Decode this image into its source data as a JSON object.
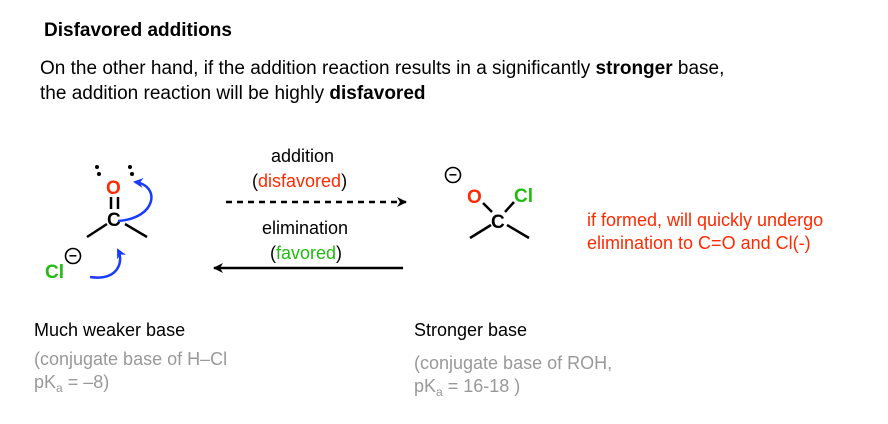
{
  "title": "Disfavored additions",
  "intro": {
    "line1_pre": "On the other hand, if the addition reaction results in a significantly ",
    "line1_bold": "stronger",
    "line1_post": " base,",
    "line2_pre": "the addition reaction will be highly ",
    "line2_bold": "disfavored"
  },
  "forward": {
    "label": "addition",
    "paren_open": "(",
    "qualifier": "disfavored",
    "paren_close": ")"
  },
  "reverse": {
    "label": "elimination",
    "paren_open": "(",
    "qualifier": "favored",
    "paren_close": ")"
  },
  "left_molecule": {
    "oxygen": "O",
    "carbon": "C",
    "chloride": "Cl",
    "charge": "−",
    "caption": "Much weaker base",
    "note_line1": "(conjugate base of H–Cl",
    "note_pka_pre": "pK",
    "note_pka_sub": "a",
    "note_pka_post": " = –8)"
  },
  "right_molecule": {
    "oxygen": "O",
    "carbon": "C",
    "chlorine": "Cl",
    "charge": "−",
    "caption": "Stronger base",
    "note_line1": "(conjugate base of ROH,",
    "note_pka_pre": "pK",
    "note_pka_sub": "a",
    "note_pka_post": " = 16-18 )"
  },
  "side_note": {
    "line1": "if formed, will quickly undergo",
    "line2": "elimination to C=O and Cl(-)"
  },
  "colors": {
    "oxygen": "#ff2a00",
    "chlorine": "#22bb11",
    "arrow_blue": "#1a3cff",
    "qualifier_red": "#ff2a00",
    "qualifier_green": "#22bb11",
    "note_gray": "#999999"
  }
}
